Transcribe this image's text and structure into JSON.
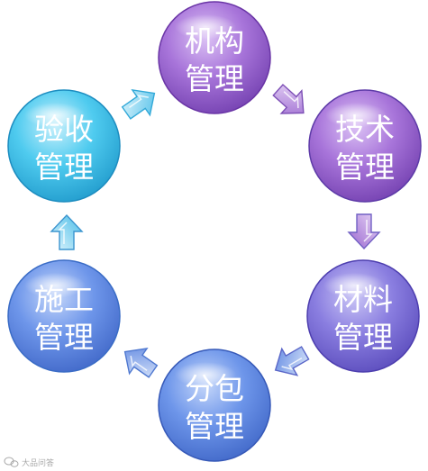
{
  "nodes": [
    {
      "line1": "机构",
      "line2": "管理"
    },
    {
      "line1": "技术",
      "line2": "管理"
    },
    {
      "line1": "材料",
      "line2": "管理"
    },
    {
      "line1": "分包",
      "line2": "管理"
    },
    {
      "line1": "施工",
      "line2": "管理"
    },
    {
      "line1": "验收",
      "line2": "管理"
    }
  ],
  "watermark": {
    "text": "大品问答",
    "icon": "wechat-icon"
  },
  "colors": {
    "purple": "#9a5fd0",
    "violet": "#7f6fd8",
    "blue": "#5c86e2",
    "cyan": "#41c8ee",
    "arrow_purple": "#b88ad8",
    "arrow_blue": "#78a8ec",
    "arrow_cyan": "#8fd8f2"
  }
}
